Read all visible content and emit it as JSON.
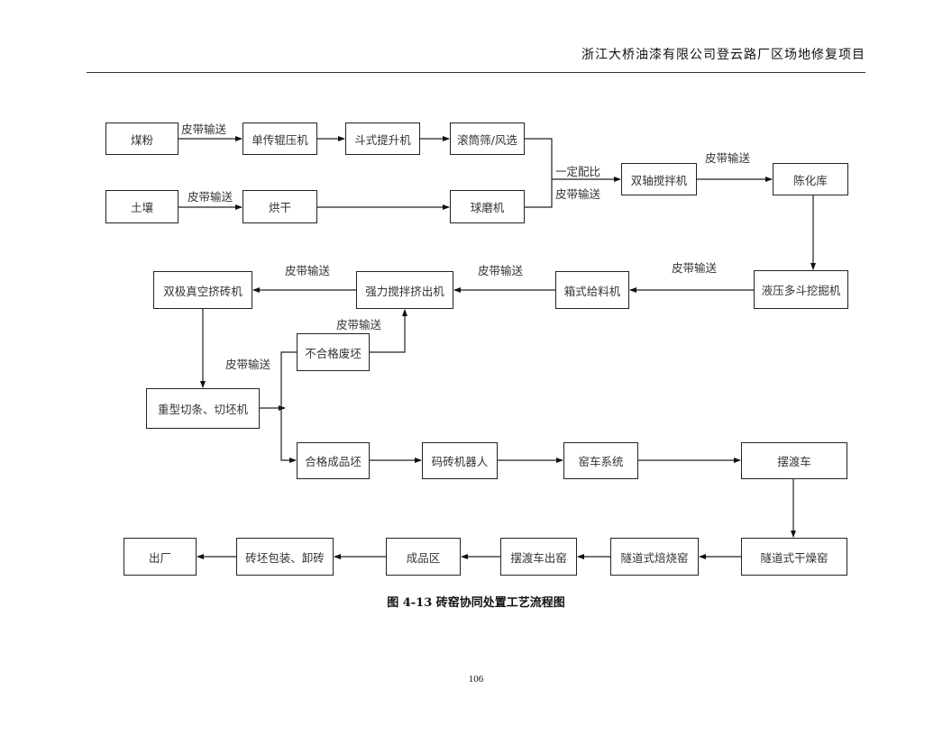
{
  "header": {
    "title": "浙江大桥油漆有限公司登云路厂区场地修复项目"
  },
  "flowchart": {
    "nodes": {
      "coal": "煤粉",
      "roller": "单传辊压机",
      "elevator": "斗式提升机",
      "screen": "滚筒筛/风选",
      "soil": "土壤",
      "dry": "烘干",
      "ballmill": "球磨机",
      "mixer": "双轴搅拌机",
      "aging": "陈化库",
      "excavator": "液压多斗挖掘机",
      "feeder": "箱式给料机",
      "extruder_mix": "强力搅拌挤出机",
      "vacuum": "双极真空挤砖机",
      "reject": "不合格废坯",
      "cutter": "重型切条、切坯机",
      "qualified": "合格成品坯",
      "robot": "码砖机器人",
      "kilncar": "窑车系统",
      "ferry": "摆渡车",
      "dryer": "隧道式干燥窑",
      "firing": "隧道式焙烧窑",
      "ferry_out": "摆渡车出窑",
      "product": "成品区",
      "pack": "砖坯包装、卸砖",
      "exit": "出厂"
    },
    "labels": {
      "belt": "皮带输送",
      "ratio": "一定配比"
    }
  },
  "caption": "图 4-13  砖窑协同处置工艺流程图",
  "page_number": "106"
}
